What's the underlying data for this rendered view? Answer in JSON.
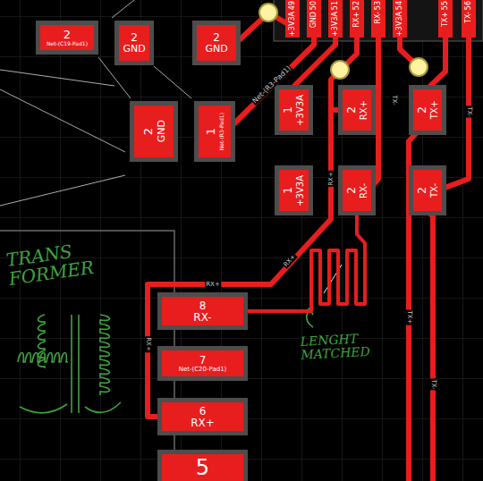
{
  "diagram": {
    "nodes": [
      {
        "text": [
          "2",
          "Net-(C19-Pad1)"
        ]
      },
      {
        "text": [
          "2",
          "GND"
        ]
      },
      {
        "text": [
          "2",
          "GND"
        ]
      },
      {
        "text": [
          "49",
          "+3V3A"
        ]
      },
      {
        "text": [
          "50",
          "GND"
        ]
      },
      {
        "text": [
          "51",
          "+3V3A"
        ]
      },
      {
        "text": [
          "52",
          "RX+"
        ]
      },
      {
        "text": [
          "53",
          "RX-"
        ]
      },
      {
        "text": [
          "54",
          "+3V3A"
        ]
      },
      {
        "text": [
          "55",
          "TX+"
        ]
      },
      {
        "text": [
          "56",
          "TX-"
        ]
      },
      {
        "text": [
          "2",
          "GND"
        ]
      },
      {
        "text": [
          "1",
          "Net-(R3-Pad1)"
        ]
      },
      {
        "text": [
          "1",
          "+3V3A"
        ]
      },
      {
        "text": [
          "2",
          "RX+"
        ]
      },
      {
        "text": [
          "2",
          "TX+"
        ]
      },
      {
        "text": [
          "1",
          "+3V3A"
        ]
      },
      {
        "text": [
          "2",
          "RX-"
        ]
      },
      {
        "text": [
          "2",
          "TX-"
        ]
      },
      {
        "text": [
          "8",
          "RX-"
        ]
      },
      {
        "text": [
          "7",
          "Net-(C20-Pad1)"
        ]
      },
      {
        "text": [
          "6",
          "RX+"
        ]
      },
      {
        "text": [
          "5"
        ]
      }
    ],
    "edges": [
      {
        "from": 14,
        "to": 21,
        "arrow": "none"
      },
      {
        "from": 17,
        "to": 19,
        "arrow": "none"
      }
    ],
    "labels": [
      "Net-(R3-Pad1)",
      "RX+",
      "TX-",
      "TX-",
      "RX+",
      "RX+",
      "RX+",
      "TX+",
      "TX-",
      "TRANS FORMER",
      "LENGHT MATCHED"
    ]
  }
}
